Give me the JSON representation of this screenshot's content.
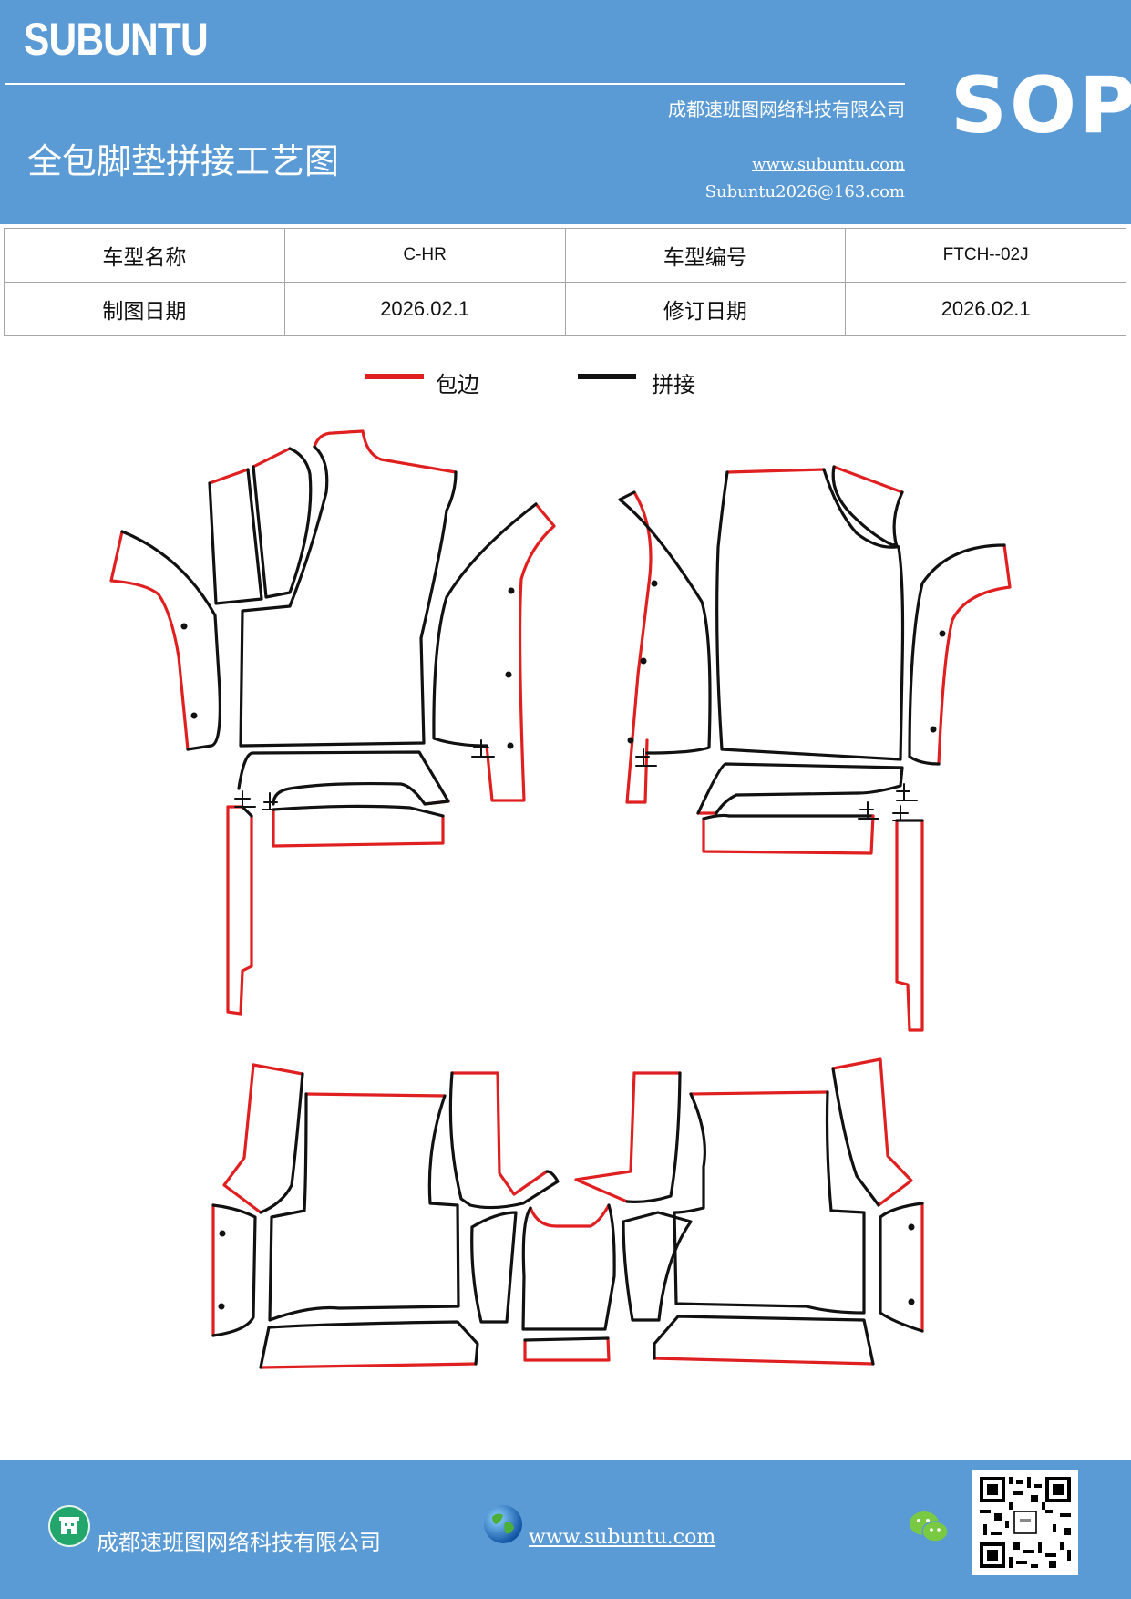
{
  "header": {
    "brand": "SUBUNTU",
    "company": "成都速班图网络科技有限公司",
    "title": "全包脚垫拼接工艺图",
    "website": "www.subuntu.com",
    "email": "Subuntu2026@163.com",
    "badge": "SOP"
  },
  "info": {
    "model_name_label": "车型名称",
    "model_name": "C-HR",
    "model_code_label": "车型编号",
    "model_code": "FTCH--02J",
    "draw_date_label": "制图日期",
    "draw_date": "2026.02.1",
    "revise_date_label": "修订日期",
    "revise_date": "2026.02.1"
  },
  "legend": {
    "edge": {
      "label": "包边",
      "color": "#e02020"
    },
    "splice": {
      "label": "拼接",
      "color": "#111111"
    }
  },
  "footer": {
    "company": "成都速班图网络科技有限公司",
    "website": "www.subuntu.com ",
    "icons": [
      "building-icon",
      "globe-icon",
      "wechat-icon",
      "qr-code"
    ]
  },
  "colors": {
    "brand_blue": "#5b9bd5",
    "edge_red": "#e02020",
    "line_black": "#111111"
  }
}
